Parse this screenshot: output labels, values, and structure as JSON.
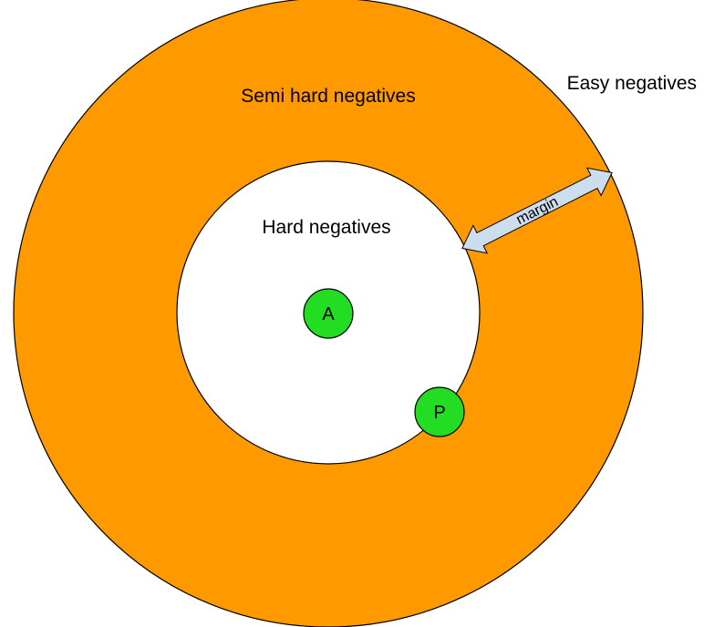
{
  "diagram": {
    "regions": {
      "outer": {
        "label": "Semi hard negatives",
        "color": "#FF9900"
      },
      "inner": {
        "label": "Hard negatives",
        "color": "#FFFFFF"
      },
      "outside": {
        "label": "Easy negatives"
      }
    },
    "points": {
      "anchor": {
        "label": "A",
        "color": "#22DD22"
      },
      "positive": {
        "label": "P",
        "color": "#22DD22"
      }
    },
    "margin_arrow": {
      "label": "margin",
      "color": "#CCDDEE"
    }
  }
}
